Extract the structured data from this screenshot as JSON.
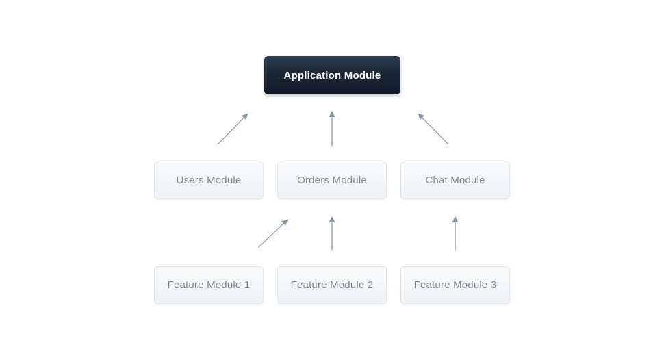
{
  "diagram": {
    "nodes": {
      "application": {
        "label": "Application Module"
      },
      "users": {
        "label": "Users Module"
      },
      "orders": {
        "label": "Orders Module"
      },
      "chat": {
        "label": "Chat Module"
      },
      "feature1": {
        "label": "Feature Module 1"
      },
      "feature2": {
        "label": "Feature Module 2"
      },
      "feature3": {
        "label": "Feature Module 3"
      }
    },
    "edges": [
      {
        "from": "users",
        "to": "application"
      },
      {
        "from": "orders",
        "to": "application"
      },
      {
        "from": "chat",
        "to": "application"
      },
      {
        "from": "feature1",
        "to": "orders"
      },
      {
        "from": "feature2",
        "to": "orders"
      },
      {
        "from": "feature3",
        "to": "chat"
      }
    ],
    "colors": {
      "canvas_background": "#ffffff",
      "root_box_top": "#2b3d50",
      "root_box_bottom": "#0f1b28",
      "root_text": "#ffffff",
      "module_box_top": "#fafbfc",
      "module_box_bottom": "#eef2f6",
      "module_border": "#dde4ec",
      "module_text": "#7b8794",
      "arrow": "#8494a2"
    }
  }
}
